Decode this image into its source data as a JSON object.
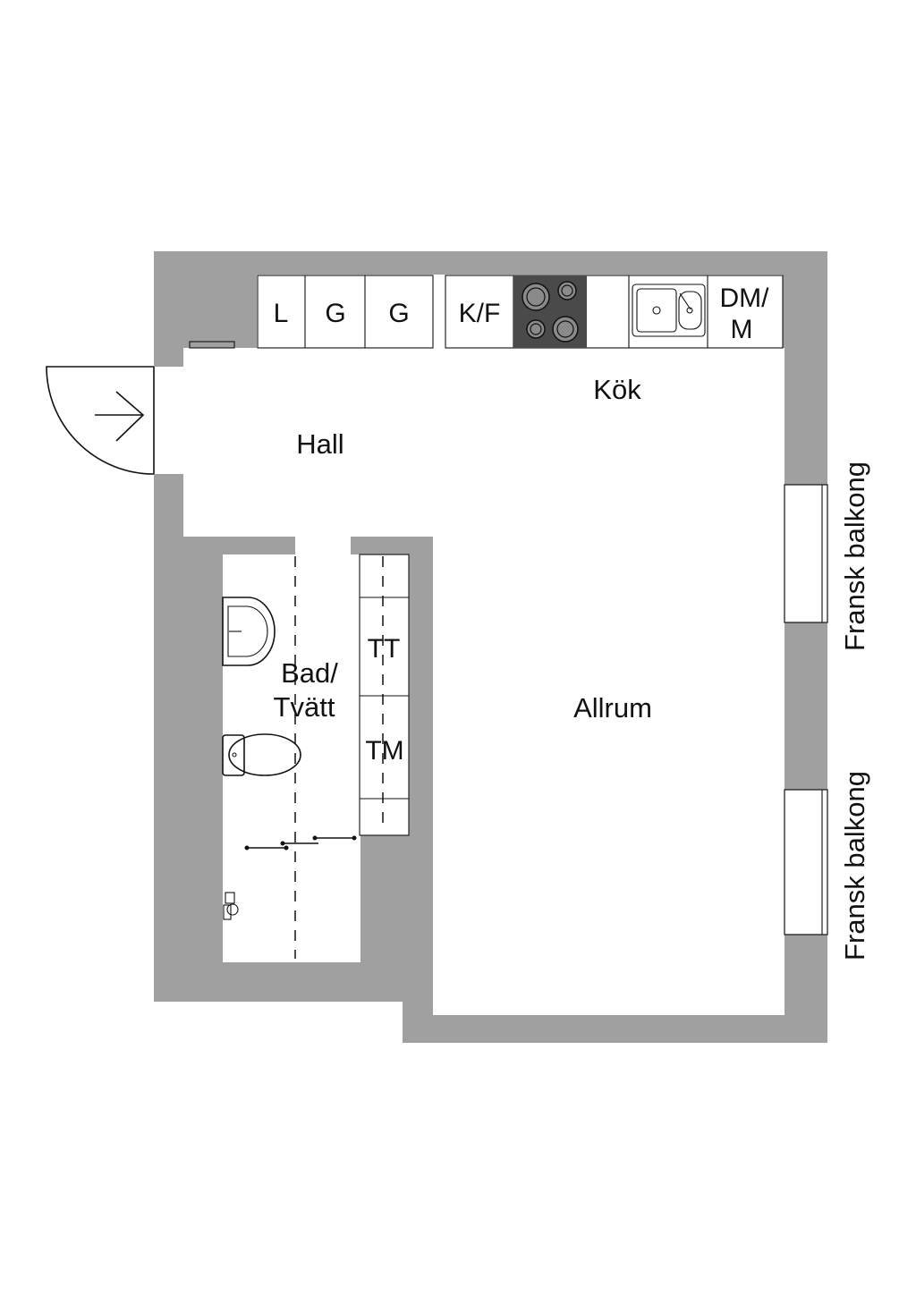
{
  "rooms": {
    "hall": "Hall",
    "kitchen": "Kök",
    "bath_line1": "Bad/",
    "bath_line2": "Tvätt",
    "living": "Allrum"
  },
  "kitchen_units": {
    "unit1": "L",
    "unit2": "G",
    "unit3": "G",
    "unit4": "K/F",
    "unit5_line1": "DM/",
    "unit5_line2": "M"
  },
  "laundry_units": {
    "dryer": "TT",
    "washer": "TM"
  },
  "balconies": {
    "upper": "Fransk balkong",
    "lower": "Fransk balkong"
  },
  "colors": {
    "wall": "#a0a0a0",
    "line": "#111111",
    "stove": "#4a4a4a",
    "floor": "#ffffff"
  }
}
